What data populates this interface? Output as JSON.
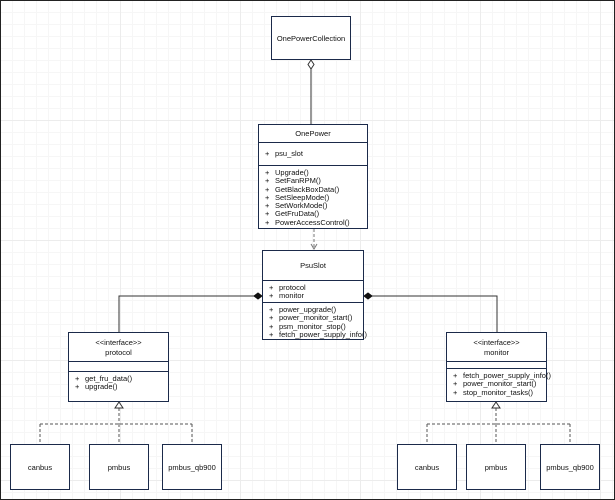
{
  "diagram": {
    "one_power_collection": {
      "name": "OnePowerCollection"
    },
    "one_power": {
      "name": "OnePower",
      "attributes": [
        {
          "vis": "+",
          "text": "psu_slot"
        }
      ],
      "methods": [
        {
          "vis": "+",
          "text": "Upgrade()"
        },
        {
          "vis": "+",
          "text": "SetFanRPM()"
        },
        {
          "vis": "+",
          "text": "GetBlackBoxData()"
        },
        {
          "vis": "+",
          "text": "SetSleepMode()"
        },
        {
          "vis": "+",
          "text": "SetWorkMode()"
        },
        {
          "vis": "+",
          "text": "GetFruData()"
        },
        {
          "vis": "+",
          "text": "PowerAccessControl()"
        }
      ]
    },
    "psu_slot": {
      "name": "PsuSlot",
      "attributes": [
        {
          "vis": "+",
          "text": "protocol"
        },
        {
          "vis": "+",
          "text": "monitor"
        }
      ],
      "methods": [
        {
          "vis": "+",
          "text": "power_upgrade()"
        },
        {
          "vis": "+",
          "text": "power_monitor_start()"
        },
        {
          "vis": "+",
          "text": "psm_monitor_stop()"
        },
        {
          "vis": "+",
          "text": "fetch_power_supply_info()"
        }
      ]
    },
    "protocol": {
      "stereotype": "<<interface>>",
      "name": "protocol",
      "methods": [
        {
          "vis": "+",
          "text": "get_fru_data()"
        },
        {
          "vis": "+",
          "text": "upgrade()"
        }
      ]
    },
    "monitor": {
      "stereotype": "<<interface>>",
      "name": "monitor",
      "methods": [
        {
          "vis": "+",
          "text": "fetch_power_supply_info()"
        },
        {
          "vis": "+",
          "text": "power_monitor_start()"
        },
        {
          "vis": "+",
          "text": "stop_monitor_tasks()"
        }
      ]
    },
    "left_impls": [
      "canbus",
      "pmbus",
      "pmbus_qb900"
    ],
    "right_impls": [
      "canbus",
      "pmbus",
      "pmbus_qb900"
    ]
  },
  "colors": {
    "border": "#1b2a4a",
    "line": "#333333"
  }
}
